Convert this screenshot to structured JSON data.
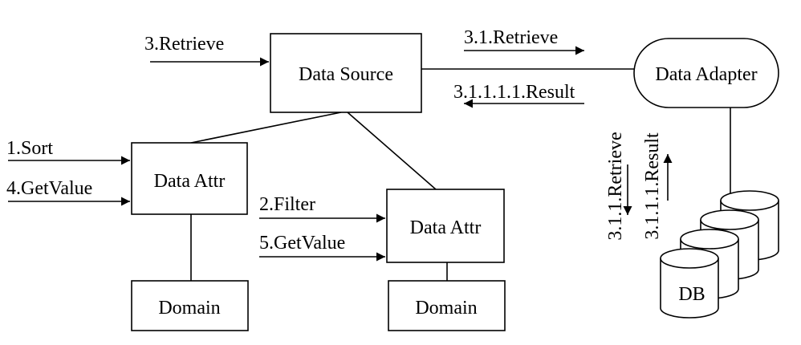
{
  "nodes": {
    "data_source": "Data Source",
    "data_adapter": "Data Adapter",
    "data_attr_left": "Data Attr",
    "data_attr_right": "Data Attr",
    "domain_left": "Domain",
    "domain_right": "Domain",
    "db": "DB"
  },
  "messages": {
    "sort": "1.Sort",
    "filter": "2.Filter",
    "retrieve": "3.Retrieve",
    "retrieve_adapter": "3.1.Retrieve",
    "result_adapter": "3.1.1.1.1.Result",
    "retrieve_db": "3.1.1.Retrieve",
    "result_db": "3.1.1.1.Result",
    "getvalue_left": "4.GetValue",
    "getvalue_right": "5.GetValue"
  }
}
